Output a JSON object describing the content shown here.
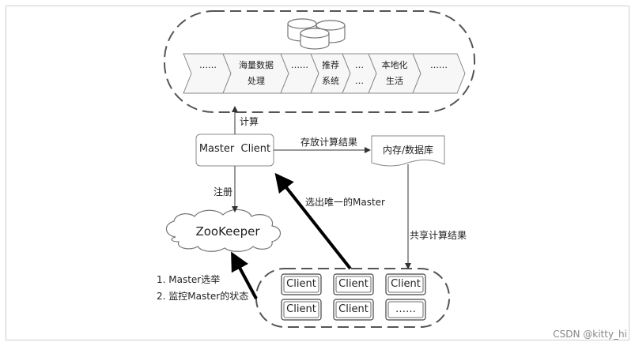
{
  "pipeline": {
    "steps": [
      {
        "line1": "……",
        "line2": ""
      },
      {
        "line1": "海量数据",
        "line2": "处理"
      },
      {
        "line1": "……",
        "line2": ""
      },
      {
        "line1": "推荐",
        "line2": "系统"
      },
      {
        "line1": "…",
        "line2": "…"
      },
      {
        "line1": "本地化",
        "line2": "生活"
      },
      {
        "line1": "……",
        "line2": ""
      }
    ]
  },
  "master_client": {
    "label": "Master  Client"
  },
  "storage": {
    "label": "内存/数据库"
  },
  "zookeeper": {
    "label": "ZooKeeper"
  },
  "edges": {
    "compute": "计算",
    "store_result": "存放计算结果",
    "register": "注册",
    "elect": "选出唯一的Master",
    "share_result": "共享计算结果"
  },
  "zk_notes": {
    "note1": "1. Master选举",
    "note2": "2. 监控Master的状态"
  },
  "clients": [
    "Client",
    "Client",
    "Client",
    "Client",
    "Client",
    "……"
  ],
  "watermark": "CSDN @kitty_hi"
}
